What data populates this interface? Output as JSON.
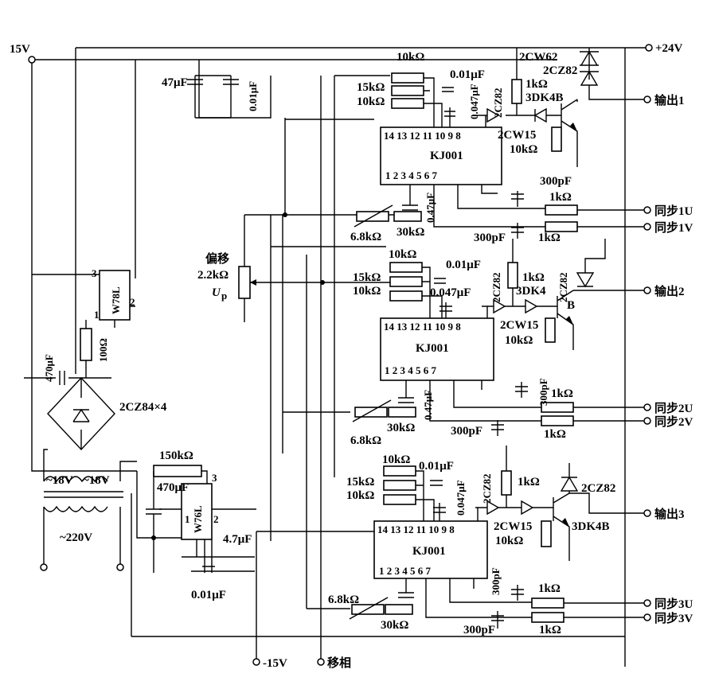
{
  "terminals": {
    "v15": "15V",
    "v24": "+24V",
    "vm15": "-15V",
    "phase_shift": "移相",
    "ac220": "~220V",
    "out1": "输出1",
    "out2": "输出2",
    "out3": "输出3",
    "sync1u": "同步1U",
    "sync1v": "同步1V",
    "sync2u": "同步2U",
    "sync2v": "同步2V",
    "sync3u": "同步3U",
    "sync3v": "同步3V"
  },
  "ics": {
    "kj": "KJ001",
    "top_pins_1": "14 13 12 11 10  9  8",
    "bot_pins_1": "1  2  3  4  5  6  7",
    "top_pins_2": "14 13 12 11 10  9  8",
    "bot_pins_2": "1 2   3  4   5  6  7",
    "top_pins_3": "14 13 12 11 10  9  8",
    "bot_pins_3": "1  2  3  4  5  6  7"
  },
  "regulators": {
    "w78": "W78L",
    "w76": "W76L",
    "p1": "1",
    "p2": "2",
    "p3": "3"
  },
  "offset": {
    "label": "偏移",
    "value": "2.2kΩ",
    "up": "U",
    "up_sub": "p"
  },
  "components": {
    "c47u": "47μF",
    "c001u": "0.01μF",
    "c470u": "470μF",
    "r100": "100Ω",
    "bridge": "2CZ84×4",
    "r150k": "150kΩ",
    "c47u2": "4.7μF",
    "c001u_b": "0.01μF",
    "c470u2": "470μF",
    "tr18a": "~18V",
    "tr18b": "~18V",
    "r10k": "10kΩ",
    "r15k": "15kΩ",
    "c0047u": "0.047μF",
    "d2cz82": "2CZ82",
    "r1k": "1kΩ",
    "d2cw15": "2CW15",
    "q3dk4b": "3DK4B",
    "q3dk4": "3DK4",
    "d2cw62": "2CW62",
    "c300p": "300pF",
    "r68k": "6.8kΩ",
    "r30k": "30kΩ",
    "c047u": "0.47μF",
    "b": "B"
  }
}
